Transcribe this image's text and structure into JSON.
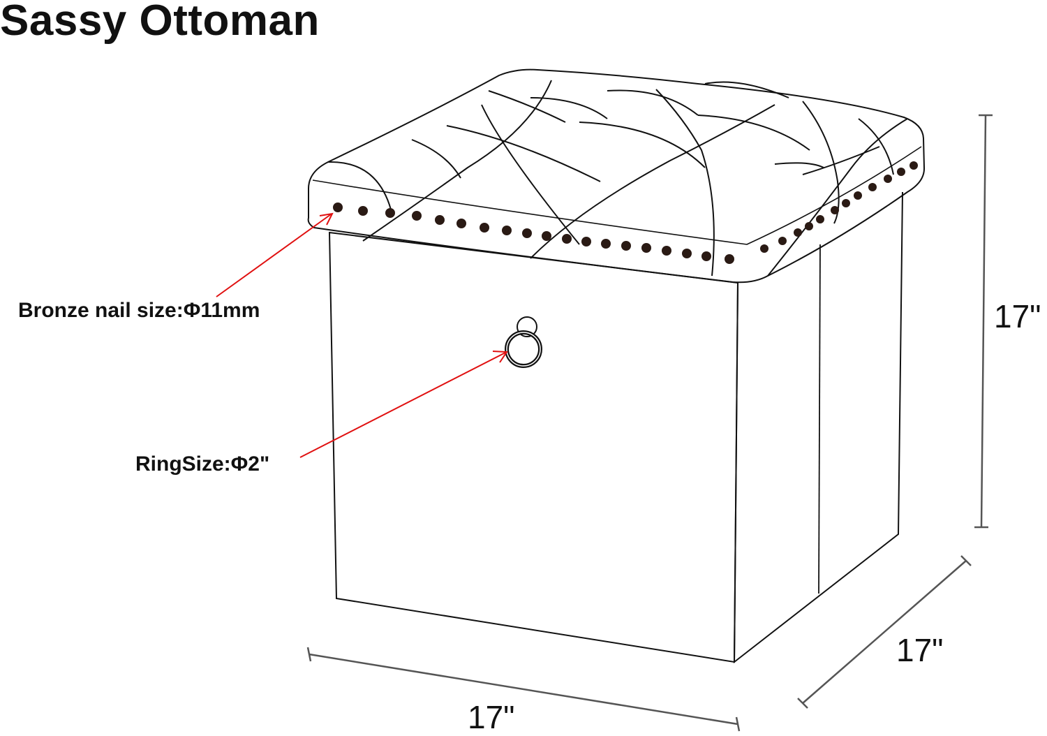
{
  "title": "Sassy Ottoman",
  "callouts": {
    "nail": "Bronze nail size:Φ11mm",
    "ring": "RingSize:Φ2\""
  },
  "dimensions": {
    "height": "17\"",
    "depth": "17\"",
    "width": "17\""
  },
  "colors": {
    "line": "#111111",
    "callout_arrow": "#e01010",
    "dimension_line": "#555555",
    "nail": "#2a1a14"
  }
}
